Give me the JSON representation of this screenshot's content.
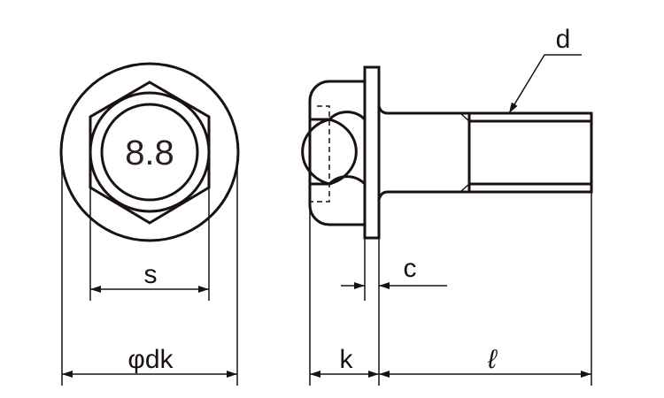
{
  "title": "Hex flange bolt dimension diagram",
  "grade_marking": "8.8",
  "labels": {
    "s": "s",
    "dk": "φdk",
    "k": "k",
    "c": "c",
    "l": "ℓ",
    "d": "d"
  },
  "colors": {
    "line": "#1a1212"
  }
}
